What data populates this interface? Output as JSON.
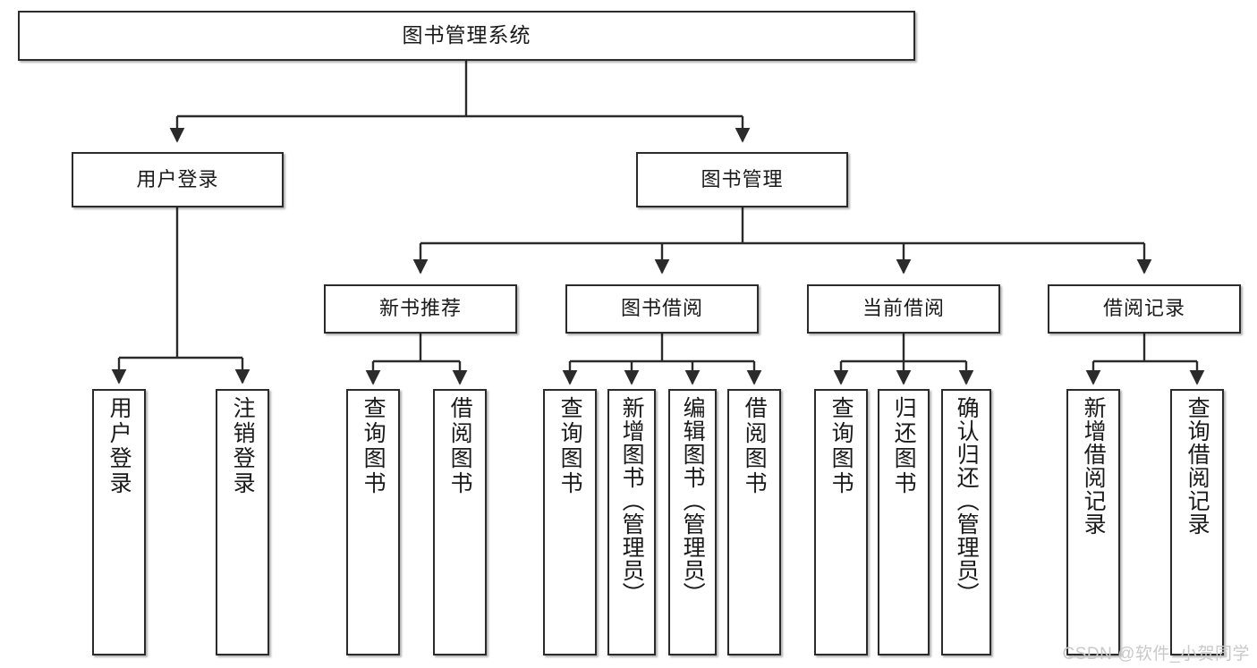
{
  "diagram": {
    "type": "tree",
    "title": "图书管理系统",
    "root": {
      "label": "图书管理系统"
    },
    "level2": [
      {
        "label": "用户登录"
      },
      {
        "label": "图书管理"
      }
    ],
    "level3": [
      {
        "label": "新书推荐"
      },
      {
        "label": "图书借阅"
      },
      {
        "label": "当前借阅"
      },
      {
        "label": "借阅记录"
      }
    ],
    "leaves": {
      "user_login": [
        {
          "label": "用户登录"
        },
        {
          "label": "注销登录"
        }
      ],
      "new_book": [
        {
          "label": "查询图书"
        },
        {
          "label": "借阅图书"
        }
      ],
      "book_borrow": [
        {
          "label": "查询图书"
        },
        {
          "label": "新增图书（管理员）"
        },
        {
          "label": "编辑图书（管理员）"
        },
        {
          "label": "借阅图书"
        }
      ],
      "current_borrow": [
        {
          "label": "查询图书"
        },
        {
          "label": "归还图书"
        },
        {
          "label": "确认归还（管理员）"
        }
      ],
      "borrow_record": [
        {
          "label": "新增借阅记录"
        },
        {
          "label": "查询借阅记录"
        }
      ]
    },
    "colors": {
      "stroke": "#2b2b2b",
      "fill": "#ffffff",
      "background": "#ffffff",
      "watermark": "#c9c9c9"
    }
  },
  "watermark": {
    "text": "CSDN @软件_小贺同学"
  }
}
